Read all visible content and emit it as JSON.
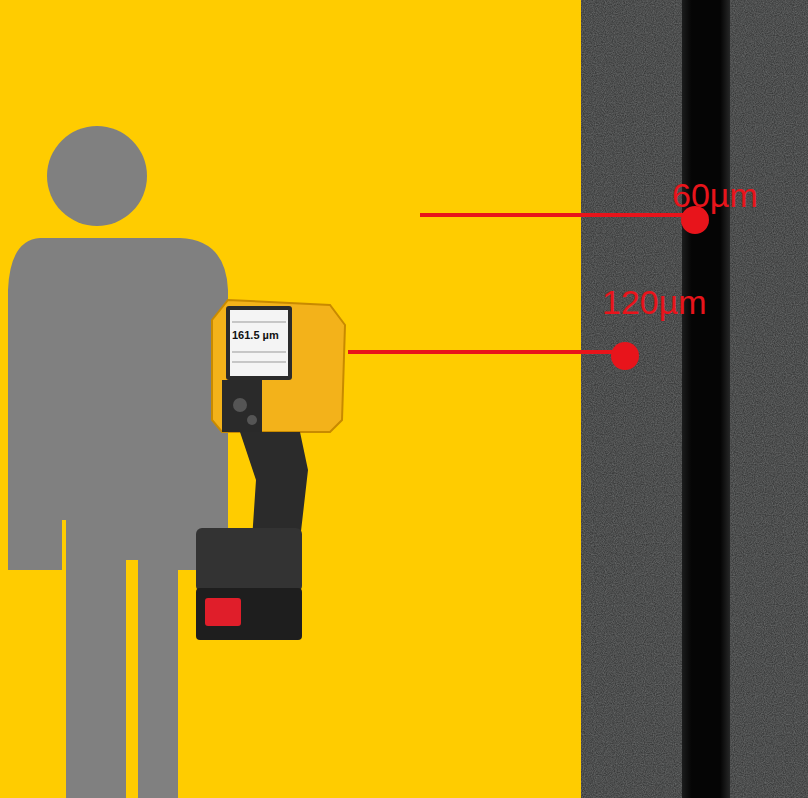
{
  "diagram": {
    "labels": [
      "60µm",
      "120µm",
      "161.5 µm"
    ]
  }
}
